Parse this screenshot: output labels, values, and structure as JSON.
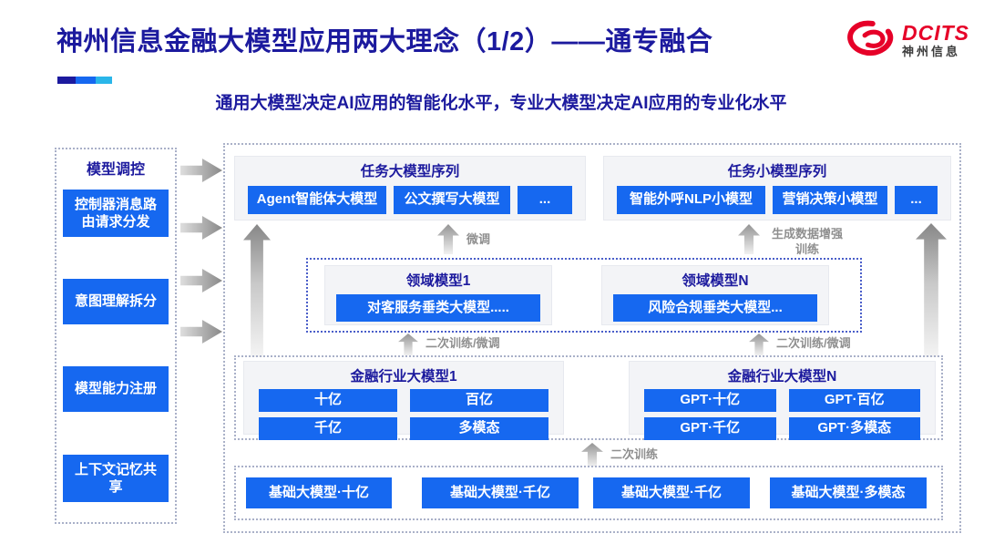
{
  "header": {
    "title": "神州信息金融大模型应用两大理念（1/2）——通专融合",
    "subtitle": "通用大模型决定AI应用的智能化水平，专业大模型决定AI应用的专业化水平",
    "logo": {
      "brand": "DCITS",
      "brand_cn": "神州信息"
    }
  },
  "colors": {
    "title_navy": "#1c1a9e",
    "node_blue": "#1668f0",
    "accent_cyan": "#2ab6e9",
    "brand_red": "#e60028",
    "arrow_gray": "#8f8f8f",
    "dashed_blue": "#4a5ec9"
  },
  "sidebar": {
    "title": "模型调控",
    "items": [
      "控制器消息路由请求分发",
      "意图理解拆分",
      "模型能力注册",
      "上下文记忆共享"
    ]
  },
  "diagram": {
    "task_large_group": {
      "title": "任务大模型序列",
      "items": [
        "Agent智能体大模型",
        "公文撰写大模型",
        "..."
      ]
    },
    "task_small_group": {
      "title": "任务小模型序列",
      "items": [
        "智能外呼NLP小模型",
        "营销决策小模型",
        "..."
      ]
    },
    "arrow_labels": {
      "finetune": "微调",
      "data_augment": "生成数据增强训练",
      "retrain_finetune_left": "二次训练/微调",
      "retrain_finetune_right": "二次训练/微调",
      "retrain": "二次训练"
    },
    "domain_groups": [
      {
        "title": "领域模型1",
        "model": "对客服务垂类大模型....."
      },
      {
        "title": "领域模型N",
        "model": "风险合规垂类大模型..."
      }
    ],
    "industry_groups": [
      {
        "title": "金融行业大模型1",
        "items": [
          "十亿",
          "百亿",
          "千亿",
          "多模态"
        ]
      },
      {
        "title": "金融行业大模型N",
        "items": [
          "GPT·十亿",
          "GPT·百亿",
          "GPT·千亿",
          "GPT·多模态"
        ]
      }
    ],
    "base_models": [
      "基础大模型·十亿",
      "基础大模型·千亿",
      "基础大模型·千亿",
      "基础大模型·多模态"
    ]
  }
}
